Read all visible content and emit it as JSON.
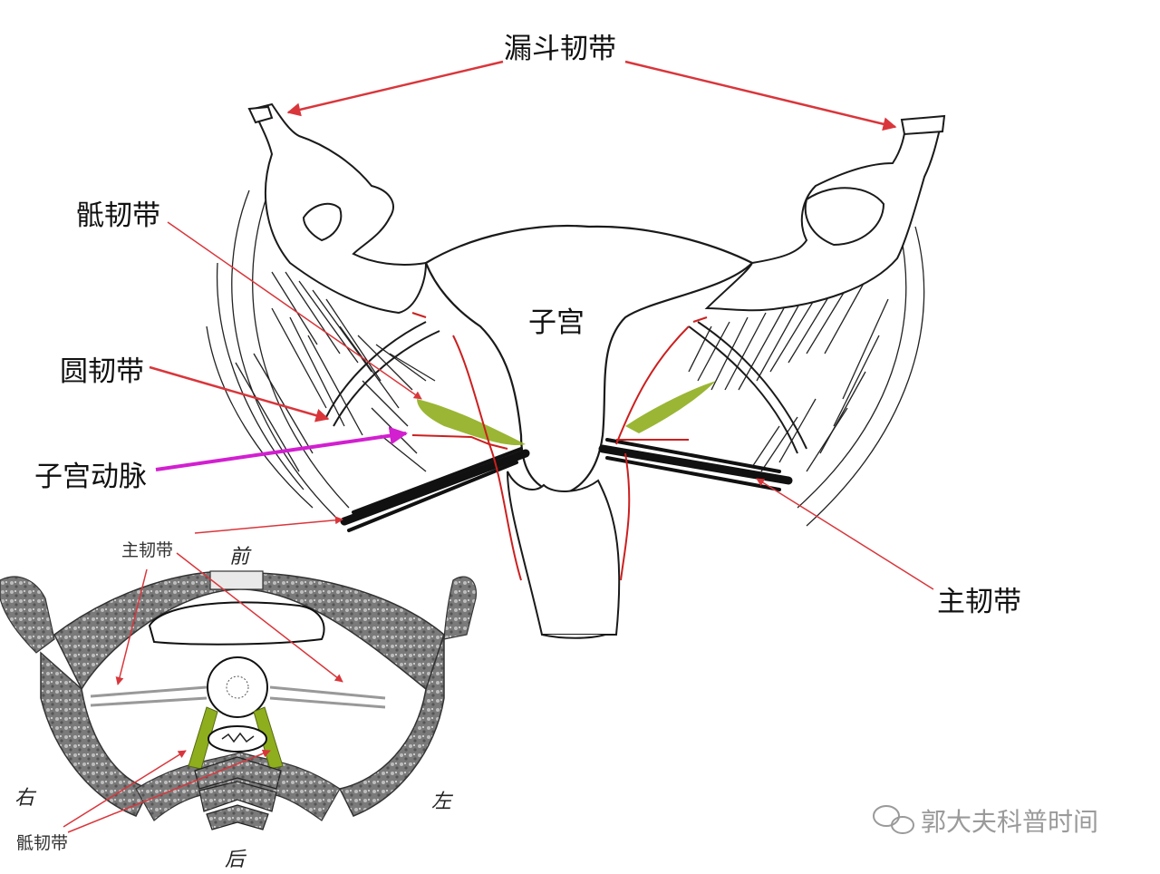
{
  "labels": {
    "infundibulopelvic": "漏斗韧带",
    "sacrouterine": "骶韧带",
    "round": "圆韧带",
    "uterine_artery": "子宫动脉",
    "uterus": "子宫",
    "cardinal": "主韧带"
  },
  "inset": {
    "cardinal": "主韧带",
    "sacrouterine": "骶韧带",
    "front": "前",
    "back": "后",
    "right": "右",
    "left": "左"
  },
  "watermark": "郭大夫科普时间",
  "colors": {
    "arrow_red": "#d9363b",
    "artery_pink": "#d21fd0",
    "vessel_red": "#cc1f1f",
    "ligament_green": "#8fae1e",
    "bone_gray": "#6e6e6e"
  }
}
